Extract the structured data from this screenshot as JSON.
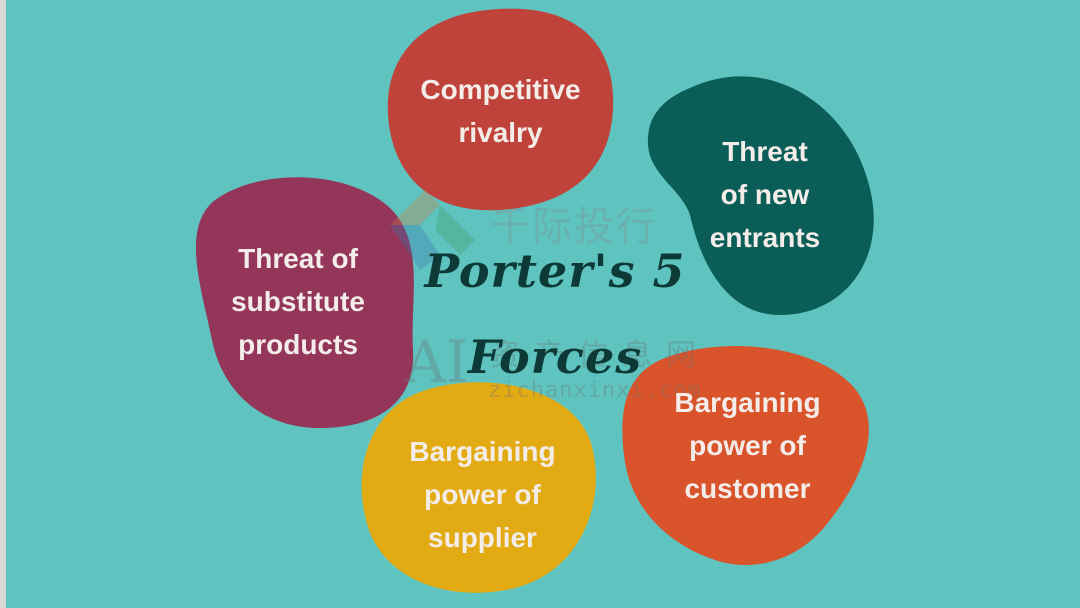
{
  "title": [
    "Porter's 5",
    "Forces"
  ],
  "forces": [
    {
      "id": "competitive-rivalry",
      "lines": [
        "Competitive",
        "rivalry"
      ],
      "color": "#c0433b"
    },
    {
      "id": "new-entrants",
      "lines": [
        "Threat",
        "of new",
        "entrants"
      ],
      "color": "#0b5d58"
    },
    {
      "id": "substitutes",
      "lines": [
        "Threat of",
        "substitute",
        "products"
      ],
      "color": "#93365a"
    },
    {
      "id": "customer-power",
      "lines": [
        "Bargaining",
        "power of",
        "customer"
      ],
      "color": "#d9532b"
    },
    {
      "id": "supplier-power",
      "lines": [
        "Bargaining",
        "power of",
        "supplier"
      ],
      "color": "#e2ab14"
    }
  ],
  "watermark": {
    "brand_top": "千际投行",
    "brand_ai": "AI",
    "brand_bottom": "资产信息网",
    "url": "zichanxinxi.com"
  },
  "colors": {
    "background": "#5fc4c0",
    "title": "#0d3a36",
    "label": "#f3ece8"
  }
}
